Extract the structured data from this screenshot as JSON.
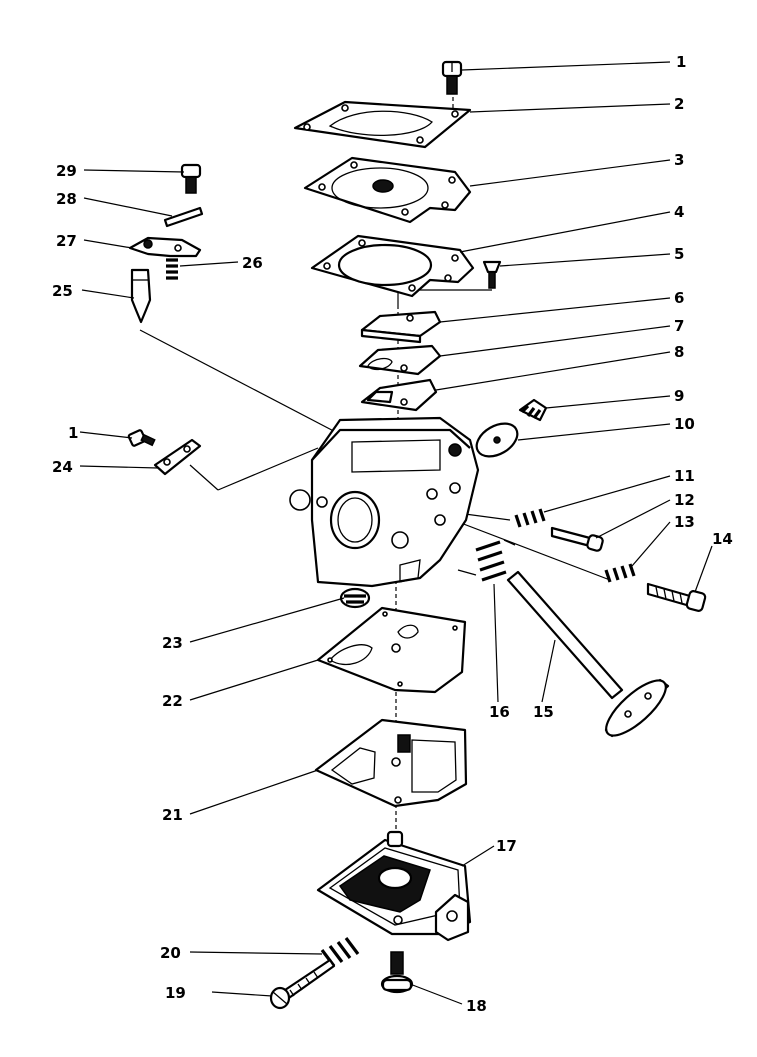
{
  "labels": {
    "p1a": "1",
    "p2": "2",
    "p3": "3",
    "p4": "4",
    "p5": "5",
    "p6": "6",
    "p7": "7",
    "p8": "8",
    "p9": "9",
    "p10": "10",
    "p11": "11",
    "p12": "12",
    "p13": "13",
    "p14": "14",
    "p15": "15",
    "p16": "16",
    "p17": "17",
    "p18": "18",
    "p19": "19",
    "p20": "20",
    "p21": "21",
    "p22": "22",
    "p23": "23",
    "p24": "24",
    "p25": "25",
    "p26": "26",
    "p27": "27",
    "p28": "28",
    "p29": "29",
    "p1b": "1"
  }
}
